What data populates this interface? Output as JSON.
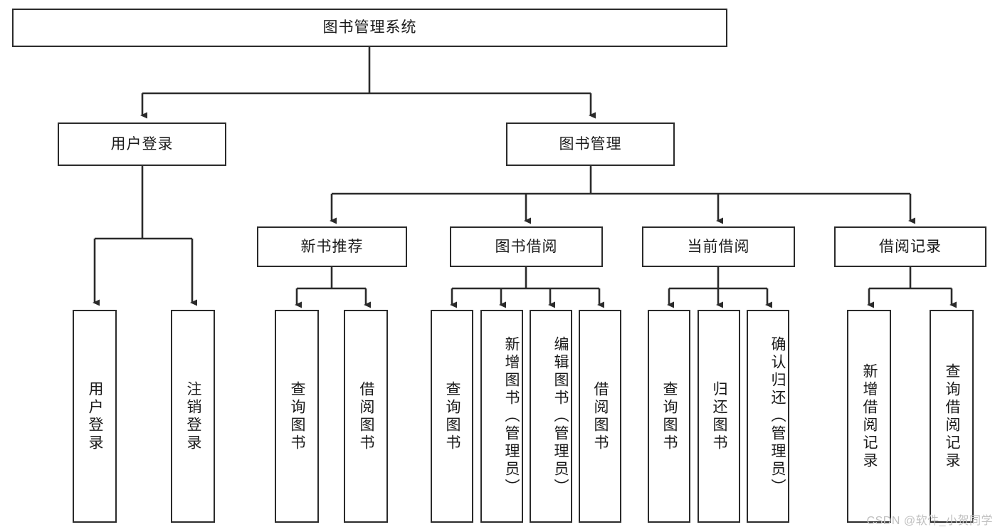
{
  "diagram": {
    "title": "图书管理系统",
    "type": "tree-hierarchy-chart",
    "root": {
      "id": "root",
      "label": "图书管理系统",
      "orientation": "horizontal"
    },
    "level2": [
      {
        "id": "user-login",
        "label": "用户登录",
        "orientation": "horizontal"
      },
      {
        "id": "book-management",
        "label": "图书管理",
        "orientation": "horizontal"
      }
    ],
    "level3": [
      {
        "id": "new-book-recommend",
        "label": "新书推荐",
        "orientation": "horizontal",
        "parent": "book-management"
      },
      {
        "id": "book-borrow",
        "label": "图书借阅",
        "orientation": "horizontal",
        "parent": "book-management"
      },
      {
        "id": "current-borrow",
        "label": "当前借阅",
        "orientation": "horizontal",
        "parent": "book-management"
      },
      {
        "id": "borrow-record",
        "label": "借阅记录",
        "orientation": "horizontal",
        "parent": "book-management"
      }
    ],
    "leaves": [
      {
        "id": "leaf-user-login",
        "label": "用户登录",
        "parent": "user-login",
        "orientation": "vertical"
      },
      {
        "id": "leaf-logout",
        "label": "注销登录",
        "parent": "user-login",
        "orientation": "vertical"
      },
      {
        "id": "leaf-query-book-1",
        "label": "查询图书",
        "parent": "new-book-recommend",
        "orientation": "vertical"
      },
      {
        "id": "leaf-borrow-book-1",
        "label": "借阅图书",
        "parent": "new-book-recommend",
        "orientation": "vertical"
      },
      {
        "id": "leaf-query-book-2",
        "label": "查询图书",
        "parent": "book-borrow",
        "orientation": "vertical"
      },
      {
        "id": "leaf-add-book",
        "label": "新增图书（管理员）",
        "parent": "book-borrow",
        "orientation": "vertical"
      },
      {
        "id": "leaf-edit-book",
        "label": "编辑图书（管理员）",
        "parent": "book-borrow",
        "orientation": "vertical"
      },
      {
        "id": "leaf-borrow-book-2",
        "label": "借阅图书",
        "parent": "book-borrow",
        "orientation": "vertical"
      },
      {
        "id": "leaf-query-book-3",
        "label": "查询图书",
        "parent": "current-borrow",
        "orientation": "vertical"
      },
      {
        "id": "leaf-return-book",
        "label": "归还图书",
        "parent": "current-borrow",
        "orientation": "vertical"
      },
      {
        "id": "leaf-confirm-return",
        "label": "确认归还（管理员）",
        "parent": "current-borrow",
        "orientation": "vertical"
      },
      {
        "id": "leaf-add-record",
        "label": "新增借阅记录",
        "parent": "borrow-record",
        "orientation": "vertical"
      },
      {
        "id": "leaf-query-record",
        "label": "查询借阅记录",
        "parent": "borrow-record",
        "orientation": "vertical"
      }
    ],
    "watermark": "CSDN @软件_小贺同学",
    "colors": {
      "stroke": "#2b2b2b",
      "fill": "#ffffff",
      "text": "#1a1a1a",
      "watermark": "#bfbfbf"
    }
  }
}
